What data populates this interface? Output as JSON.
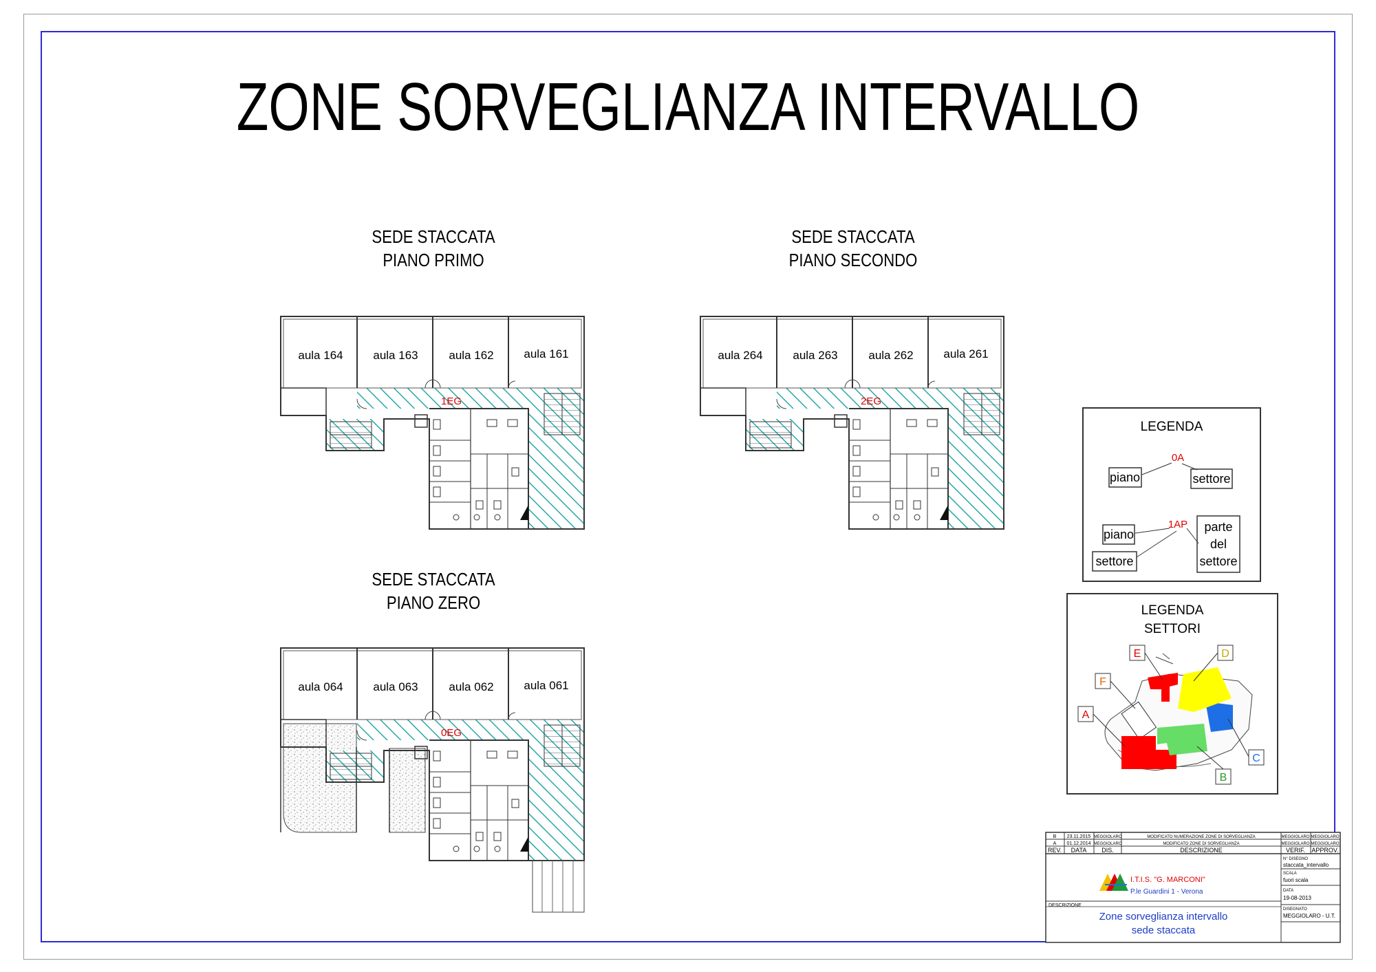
{
  "title": "ZONE SORVEGLIANZA INTERVALLO",
  "colors": {
    "border": "#2b2bd0",
    "hatch": "#2aa7a7",
    "red": "#e00000",
    "yellow": "#ffff00",
    "blue": "#1c6ee0",
    "green": "#5dd65d"
  },
  "plans": [
    {
      "line1": "SEDE STACCATA",
      "line2": "PIANO PRIMO",
      "rooms": [
        "aula 164",
        "aula 163",
        "aula 162",
        "aula 161"
      ],
      "zone": "1EG"
    },
    {
      "line1": "SEDE STACCATA",
      "line2": "PIANO SECONDO",
      "rooms": [
        "aula 264",
        "aula 263",
        "aula 262",
        "aula 261"
      ],
      "zone": "2EG"
    },
    {
      "line1": "SEDE STACCATA",
      "line2": "PIANO ZERO",
      "rooms": [
        "aula 064",
        "aula 063",
        "aula 062",
        "aula 061"
      ],
      "zone": "0EG"
    }
  ],
  "legend": {
    "title": "LEGENDA",
    "code1": "0A",
    "piano": "piano",
    "settore": "settore",
    "code2": "1AP",
    "piano2": "piano",
    "settore2": "settore",
    "parte1": "parte",
    "parte2": "del",
    "parte3": "settore"
  },
  "legend_settori": {
    "title1": "LEGENDA",
    "title2": "SETTORI",
    "labels": {
      "a": "A",
      "b": "B",
      "c": "C",
      "d": "D",
      "e": "E",
      "f": "F"
    }
  },
  "title_block": {
    "rev_rows": [
      {
        "rev": "B",
        "data": "23.11.2015",
        "dis": "MEGGIOLARO",
        "desc": "MODIFICATO NUMERAZIONE ZONE DI SORVEGLIANZA",
        "verif": "MEGGIOLARO",
        "approv": "MEGGIOLARO"
      },
      {
        "rev": "A",
        "data": "01.12.2014",
        "dis": "MEGGIOLARO",
        "desc": "MODIFICATO ZONE DI SORVEGLIANZA",
        "verif": "MEGGIOLARO",
        "approv": "MEGGIOLARO"
      }
    ],
    "headers": {
      "rev": "REV.",
      "data": "DATA",
      "dis": "DIS.",
      "desc": "DESCRIZIONE",
      "verif": "VERIF.",
      "approv": "APPROV."
    },
    "school_line1": "I.T.I.S. \"G. MARCONI\"",
    "school_line2": "P.le Guardini 1 - Verona",
    "ndisegno_label": "N° DISEGNO",
    "ndisegno": "staccata_intervallo",
    "scala_label": "SCALA",
    "scala": "fuori scala",
    "data_label": "DATA",
    "data": "19-08-2013",
    "disegnato_label": "DISEGNATO",
    "disegnato": "MEGGIOLARO - U.T.",
    "descrizione_label": "DESCRIZIONE",
    "descr1": "Zone sorveglianza intervallo",
    "descr2": "sede staccata"
  }
}
